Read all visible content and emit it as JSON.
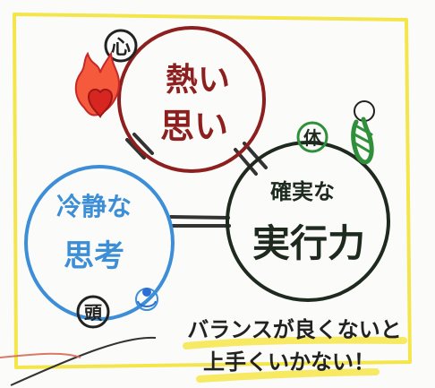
{
  "diagram": {
    "nodes": {
      "heart": {
        "line1": "熱い",
        "line2": "思い",
        "badge": "心",
        "color": "#8e1f1f"
      },
      "body": {
        "line1": "確実な",
        "line2": "実行力",
        "badge": "体",
        "color": "#1f2a1f"
      },
      "mind": {
        "line1": "冷静な",
        "line2": "思考",
        "badge": "頭",
        "color": "#3c8fd6"
      }
    },
    "caption": {
      "line1": "バランスが良くないと",
      "line2": "上手くいかない！"
    },
    "colors": {
      "frame": "#f4e64a",
      "highlight": "#f7e85a",
      "ink": "#222222",
      "fire": "#e33b2f",
      "green": "#2f8f3a",
      "blue_fill": "#2b6fd6"
    }
  }
}
